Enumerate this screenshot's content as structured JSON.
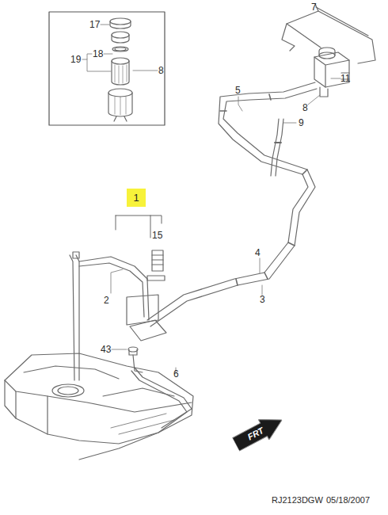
{
  "diagram": {
    "nodes": [
      {
        "text": [
          "1"
        ]
      },
      {
        "text": [
          "FRT"
        ]
      }
    ],
    "labels": [
      "17",
      "18",
      "19",
      "8",
      "7",
      "5",
      "11",
      "8",
      "9",
      "15",
      "4",
      "3",
      "2",
      "43",
      "6",
      "RJ2123DGW",
      "05/18/2007"
    ]
  }
}
